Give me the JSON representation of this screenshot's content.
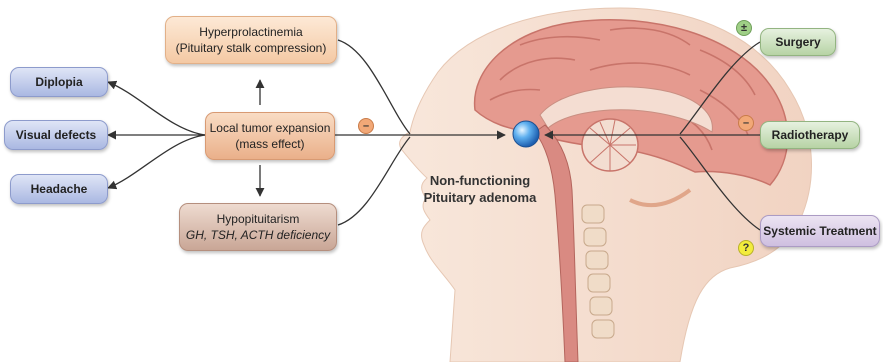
{
  "symptoms": [
    {
      "label": "Diplopia"
    },
    {
      "label": "Visual defects"
    },
    {
      "label": "Headache"
    }
  ],
  "effects": {
    "hyperprolactinemia": {
      "title": "Hyperprolactinemia",
      "subtitle": "(Pituitary stalk compression)"
    },
    "local_expansion": {
      "title": "Local tumor expansion",
      "subtitle": "(mass effect)"
    },
    "hypopituitarism": {
      "title": "Hypopituitarism",
      "subtitle": "GH, TSH, ACTH deficiency"
    }
  },
  "center_label": {
    "line1": "Non-functioning",
    "line2": "Pituitary adenoma"
  },
  "treatments": [
    {
      "label": "Surgery",
      "badge": "±"
    },
    {
      "label": "Radiotherapy",
      "badge": "–"
    },
    {
      "label": "Systemic Treatment",
      "badge": "?"
    }
  ],
  "mass_effect_badge": "–",
  "colors": {
    "symptom_box": "#b4c1e6",
    "effect_box": "#f2c6a2",
    "hypopituitarism_box": "#d2b3a4",
    "treatment_green": "#bcd6ab",
    "treatment_lilac": "#d5c6e4",
    "adenoma": "#3f8fd8",
    "brain": "#e0938a",
    "skin": "#f6e2d5"
  }
}
